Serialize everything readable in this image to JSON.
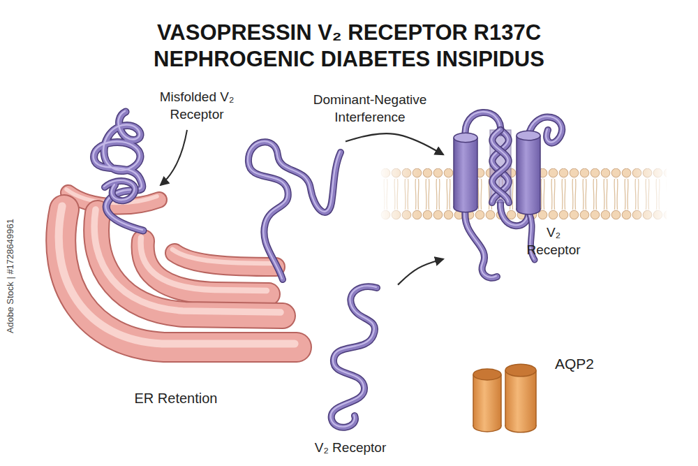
{
  "diagram": {
    "title": "VASOPRESSIN V₂ RECEPTOR R137C NEPHROGENIC DIABETES INSIPIDUS",
    "nodes": [
      {
        "text": [
          "ER Retention"
        ]
      },
      {
        "text": [
          "Misfolded V₂ Receptor"
        ]
      },
      {
        "text": []
      },
      {
        "text": [
          "V₂ Receptor"
        ]
      },
      {
        "text": [
          "V₂ Receptor"
        ]
      },
      {
        "text": [
          "AQP2"
        ]
      }
    ],
    "edges": [
      {
        "from": 2,
        "to": 3,
        "arrow": "to",
        "label": "Dominant-Negative Interference"
      },
      {
        "from": 4,
        "to": 3,
        "arrow": "to"
      }
    ],
    "labels": [
      "Adobe Stock | #1728649961"
    ]
  }
}
